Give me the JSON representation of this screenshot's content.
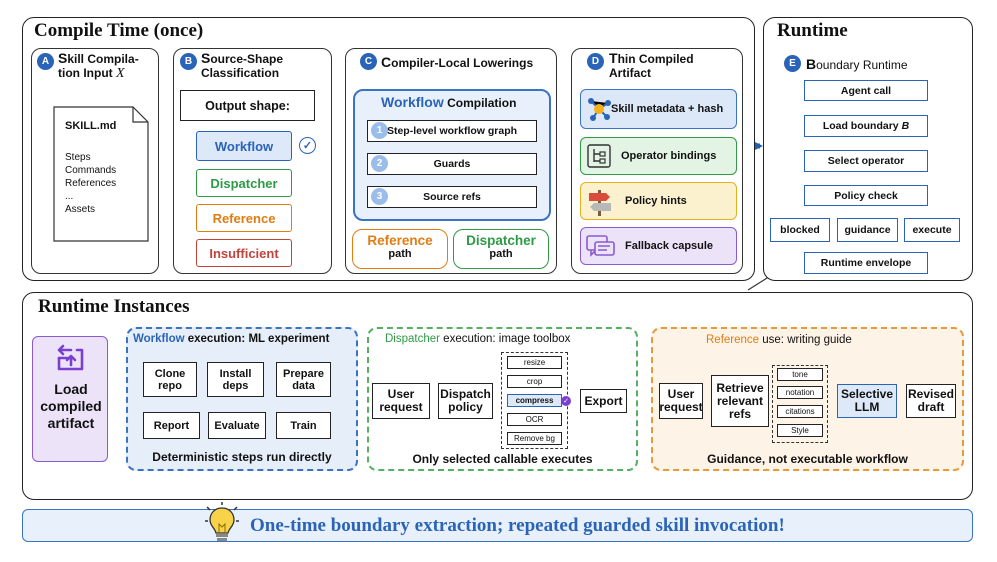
{
  "compile_time": {
    "title": "Compile Time (once)",
    "A": {
      "badge": "A",
      "title_cap": "S",
      "title_rest": "kill Compila-",
      "title_line2": "tion Input",
      "title_var": "X",
      "file_name": "SKILL.md",
      "file_lines": [
        "Steps",
        "Commands",
        "References",
        "...",
        "Assets"
      ]
    },
    "B": {
      "badge": "B",
      "title_cap": "S",
      "title_rest": "ource-Shape",
      "title_line2": "Classification",
      "output_shape": "Output shape:",
      "shapes": [
        "Workflow",
        "Dispatcher",
        "Reference",
        "Insufficient"
      ],
      "colors": {
        "workflow": "#2a64b8",
        "dispatcher": "#2e9a46",
        "reference": "#e07c12",
        "insufficient": "#c0433c"
      }
    },
    "C": {
      "badge": "C",
      "title_cap": "C",
      "title_rest": "ompiler-Local Lowerings",
      "wf_label": "Workflow",
      "wf_rest": "Compilation",
      "steps": [
        {
          "n": "1",
          "label": "Step-level workflow graph"
        },
        {
          "n": "2",
          "label": "Guards"
        },
        {
          "n": "3",
          "label": "Source refs"
        }
      ],
      "ref_path": {
        "name": "Reference",
        "sub": "path"
      },
      "disp_path": {
        "name": "Dispatcher",
        "sub": "path"
      }
    },
    "D": {
      "badge": "D",
      "title_cap": "T",
      "title_rest": "hin Compiled",
      "title_line2": "Artifact",
      "items": [
        {
          "icon": "network-icon",
          "label": "Skill metadata + hash"
        },
        {
          "icon": "tree-icon",
          "label": "Operator bindings"
        },
        {
          "icon": "signpost-icon",
          "label": "Policy hints"
        },
        {
          "icon": "chat-icon",
          "label": "Fallback capsule"
        }
      ]
    }
  },
  "runtime": {
    "title": "Runtime",
    "E": {
      "badge": "E",
      "title_cap": "B",
      "title_rest": "oundary Runtime",
      "agent_call": "Agent call",
      "load_prefix": "Load boundary",
      "load_var": "B",
      "select_operator": "Select operator",
      "policy_check": "Policy check",
      "outcomes": [
        "blocked",
        "guidance",
        "execute"
      ],
      "envelope": "Runtime envelope"
    }
  },
  "instances": {
    "title": "Runtime Instances",
    "load": "Load compiled artifact",
    "workflow": {
      "kw": "Workflow",
      "rest": "execution: ML experiment",
      "steps": [
        "Clone repo",
        "Install deps",
        "Prepare data",
        "Train",
        "Evaluate",
        "Report"
      ],
      "caption": "Deterministic steps run directly"
    },
    "dispatcher": {
      "kw": "Dispatcher",
      "rest": "execution: image toolbox",
      "user_request": "User request",
      "policy": "Dispatch policy",
      "tools": [
        "resize",
        "crop",
        "compress",
        "OCR",
        "Remove bg"
      ],
      "export": "Export",
      "caption": "Only selected callable executes"
    },
    "reference": {
      "kw": "Reference",
      "rest": "use: writing guide",
      "user_request": "User request",
      "retrieve": "Retrieve relevant refs",
      "refs": [
        "tone",
        "notation",
        "citations",
        "Style"
      ],
      "llm": "Selective LLM",
      "draft": "Revised draft",
      "caption": "Guidance, not executable workflow"
    }
  },
  "footer": {
    "icon": "lightbulb-icon",
    "text": "One-time boundary extraction; repeated guarded skill invocation!"
  }
}
